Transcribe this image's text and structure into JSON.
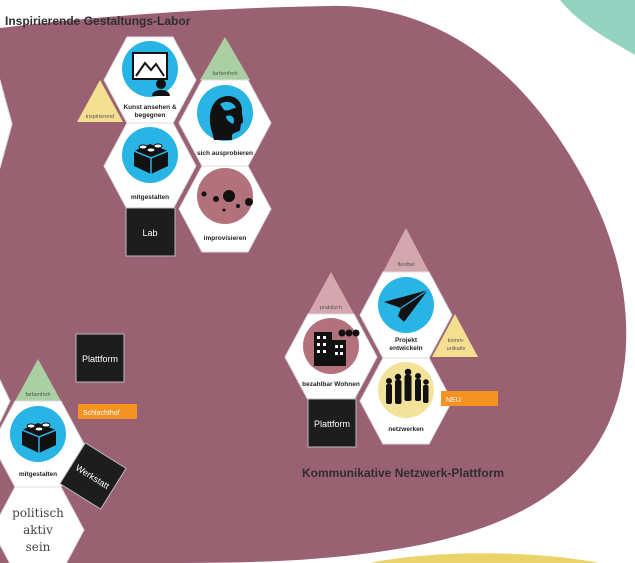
{
  "titles": {
    "lab": "Inspirierende Gestaltungs-Labor",
    "network": "Kommunikative Netzwerk-Plattform"
  },
  "lab_cluster": {
    "hex_kunst": "Kunst ansehen &",
    "hex_kunst_2": "begegnen",
    "hex_ausprobieren": "sich ausprobieren",
    "hex_mitgestalten": "mitgestalten",
    "hex_improvisieren": "improvisieren",
    "tri_farbenfroh": "farbenfroh",
    "tri_inspirierend": "inspirierend",
    "square_lab": "Lab"
  },
  "network_cluster": {
    "hex_projekt": "Projekt",
    "hex_projekt_2": "entwickeln",
    "hex_wohnen": "bezahlbar Wohnen",
    "hex_netzwerken": "netzwerken",
    "tri_flexibel": "flexibel",
    "tri_praktisch": "praktisch",
    "tri_kommunikativ": "komm-",
    "tri_kommunikativ_2": "unikativ",
    "square_plattform": "Plattform",
    "tag_neu": "NEU"
  },
  "left_cluster": {
    "square_plattform": "Plattform",
    "tag_schlachthof": "Schlachthof",
    "tri_farbenfroh": "farbenfroh",
    "hex_mitgestalten": "mitgestalten",
    "square_werkstatt": "Werkstatt",
    "hex_politisch_1": "politisch",
    "hex_politisch_2": "aktiv",
    "hex_politisch_3": "sein"
  },
  "colors": {
    "background_blob": "#9a6173",
    "teal_blob": "#94d3c0",
    "yellow_blob": "#ead46a",
    "icon_blue": "#29b4e6",
    "icon_rose": "#b3717c",
    "icon_yellow": "#f2e29a",
    "tri_green": "#a9cfa3",
    "tri_rose": "#d4a6ad",
    "tri_yellow": "#f4de8f",
    "tag_orange": "#f59320",
    "square_dark": "#1d1d1d"
  },
  "icons": [
    "picture-icon",
    "head-globe-icon",
    "lego-brick-icon",
    "bubbles-icon",
    "paper-plane-icon",
    "buildings-icon",
    "people-icon"
  ]
}
